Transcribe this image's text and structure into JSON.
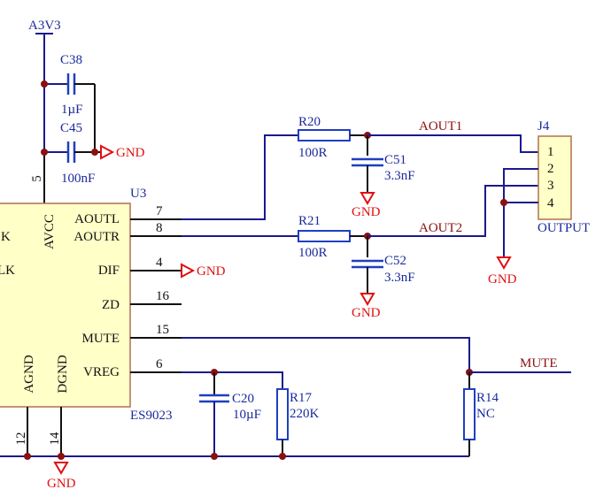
{
  "power": {
    "net": "A3V3"
  },
  "gnd_label": "GND",
  "ic": {
    "ref": "U3",
    "part": "ES9023",
    "left_pins_partial": [
      "K",
      "LK"
    ],
    "pins": [
      {
        "name": "AVCC",
        "number": "5"
      },
      {
        "name": "AOUTL",
        "number": "7"
      },
      {
        "name": "AOUTR",
        "number": "8"
      },
      {
        "name": "DIF",
        "number": "4"
      },
      {
        "name": "ZD",
        "number": "16"
      },
      {
        "name": "MUTE",
        "number": "15"
      },
      {
        "name": "VREG",
        "number": "6"
      },
      {
        "name": "AGND",
        "number": "12"
      },
      {
        "name": "DGND",
        "number": "14"
      }
    ]
  },
  "components": {
    "C38": {
      "ref": "C38",
      "value": "1µF"
    },
    "C45": {
      "ref": "C45",
      "value": "100nF"
    },
    "R20": {
      "ref": "R20",
      "value": "100R"
    },
    "C51": {
      "ref": "C51",
      "value": "3.3nF"
    },
    "R21": {
      "ref": "R21",
      "value": "100R"
    },
    "C52": {
      "ref": "C52",
      "value": "3.3nF"
    },
    "C20": {
      "ref": "C20",
      "value": "10µF"
    },
    "R17": {
      "ref": "R17",
      "value": "220K"
    },
    "R14": {
      "ref": "R14",
      "value": "NC"
    }
  },
  "connector": {
    "ref": "J4",
    "name": "OUTPUT",
    "pins": [
      "1",
      "2",
      "3",
      "4"
    ]
  },
  "nets": {
    "aout1": "AOUT1",
    "aout2": "AOUT2",
    "mute": "MUTE"
  }
}
